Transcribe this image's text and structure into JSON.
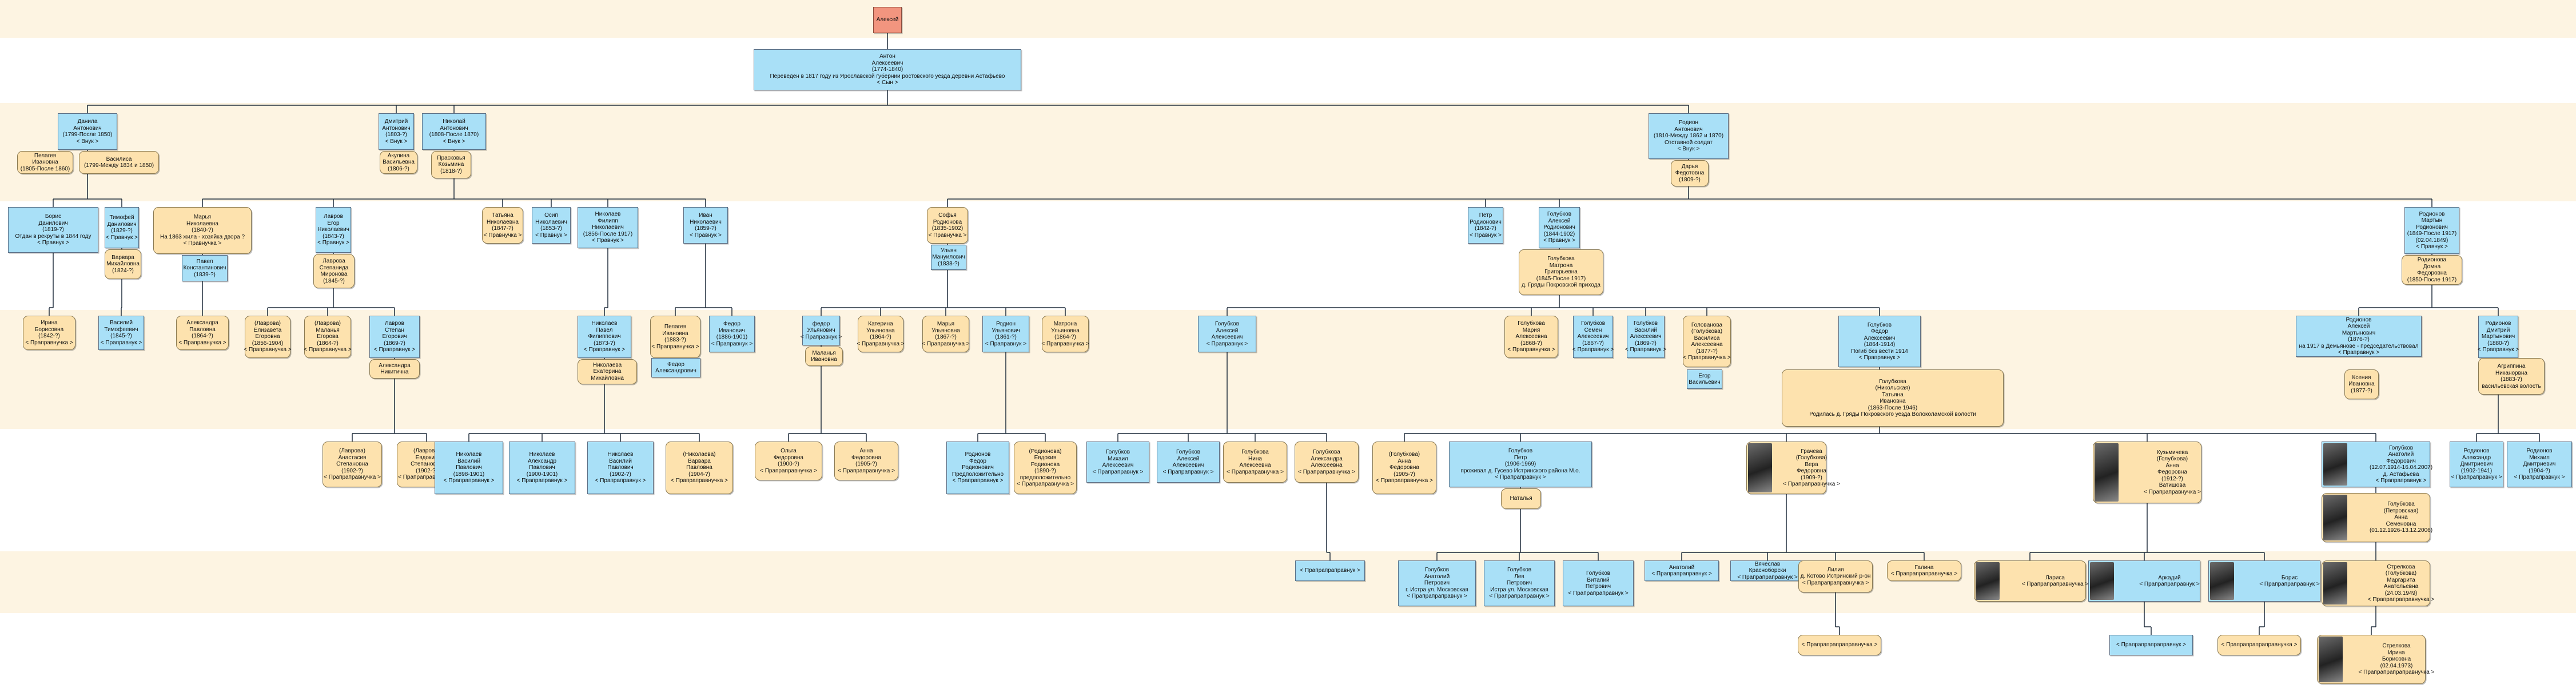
{
  "bands": 6,
  "colors": {
    "male": "#a9e0f7",
    "female": "#fde2ae",
    "root": "#f2957f",
    "line": "#1d2b3a"
  },
  "nodes": [
    {
      "id": "r",
      "t": "r",
      "lines": [
        "Алексей"
      ]
    },
    {
      "id": "a",
      "t": "m",
      "lines": [
        "Антон",
        "Алексеевич",
        "(1774-1840)",
        "Переведен в 1817 году из Ярославской губернии ростовского уезда деревни Астафьево",
        "< Сын >"
      ]
    },
    {
      "id": "b1",
      "t": "m",
      "lines": [
        "Данила",
        "Антонович",
        "(1799-После 1850)",
        "< Внук >"
      ]
    },
    {
      "id": "b1w",
      "t": "f",
      "lines": [
        "Пелагея",
        "Ивановна",
        "(1805-После 1860)"
      ]
    },
    {
      "id": "b1w2",
      "t": "f",
      "lines": [
        "Василиса",
        "(1799-Между 1834 и 1850)"
      ]
    },
    {
      "id": "b2",
      "t": "m",
      "lines": [
        "Дмитрий",
        "Антонович",
        "(1803-?)",
        "< Внук >"
      ]
    },
    {
      "id": "b2w",
      "t": "f",
      "lines": [
        "Акулина",
        "Васильевна",
        "(1806-?)"
      ]
    },
    {
      "id": "b3",
      "t": "m",
      "lines": [
        "Николай",
        "Антонович",
        "(1808-После 1870)",
        "< Внук >"
      ]
    },
    {
      "id": "b3w",
      "t": "f",
      "lines": [
        "Прасковья",
        "Козьмина",
        "(1818-?)"
      ]
    },
    {
      "id": "b4",
      "t": "m",
      "lines": [
        "Родион",
        "Антонович",
        "(1810-Между 1862 и 1870)",
        "Отставной солдат",
        "< Внук >"
      ]
    },
    {
      "id": "b4w",
      "t": "f",
      "lines": [
        "Дарья",
        "Федотовна",
        "(1809-?)"
      ]
    },
    {
      "id": "c1",
      "t": "m",
      "lines": [
        "Борис",
        "Данилович",
        "(1819-?)",
        "Отдан в рекруты в 1844 году",
        "< Правнук >"
      ]
    },
    {
      "id": "c2",
      "t": "m",
      "lines": [
        "Тимофей",
        "Данилович",
        "(1829-?)",
        "< Правнук >"
      ]
    },
    {
      "id": "c2w",
      "t": "f",
      "lines": [
        "Варвара",
        "Михайловна",
        "(1824-?)"
      ]
    },
    {
      "id": "c3",
      "t": "f",
      "lines": [
        "Марья",
        "Николаевна",
        "(1840-?)",
        "На 1863 жила - хозяйка двора ?",
        "< Правнучка >"
      ]
    },
    {
      "id": "c3h",
      "t": "m",
      "lines": [
        "Павел",
        "Константинович",
        "(1839-?)"
      ]
    },
    {
      "id": "c4",
      "t": "m",
      "lines": [
        "Лавров",
        "Егор",
        "Николаевич",
        "(1843-?)",
        "< Правнук >"
      ]
    },
    {
      "id": "c4w",
      "t": "f",
      "lines": [
        "Лаврова",
        "Степанида",
        "Миронова",
        "(1845-?)"
      ]
    },
    {
      "id": "c5",
      "t": "f",
      "lines": [
        "Татьяна",
        "Николаевна",
        "(1847-?)",
        "< Правнучка >"
      ]
    },
    {
      "id": "c6",
      "t": "m",
      "lines": [
        "Осип",
        "Николаевич",
        "(1853-?)",
        "< Правнук >"
      ]
    },
    {
      "id": "c7",
      "t": "m",
      "lines": [
        "Николаев",
        "Филипп",
        "Николаевич",
        "(1856-После 1917)",
        "< Правнук >"
      ]
    },
    {
      "id": "c8",
      "t": "m",
      "lines": [
        "Иван",
        "Николаевич",
        "(1859-?)",
        "< Правнук >"
      ]
    },
    {
      "id": "c9",
      "t": "f",
      "lines": [
        "Софья",
        "Родионова",
        "(1835-1902)",
        "< Правнучка >"
      ]
    },
    {
      "id": "c9h",
      "t": "m",
      "lines": [
        "Ульян",
        "Мануилович",
        "(1838-?)"
      ]
    },
    {
      "id": "c10",
      "t": "m",
      "lines": [
        "Петр",
        "Родионович",
        "(1842-?)",
        "< Правнук >"
      ]
    },
    {
      "id": "c11",
      "t": "m",
      "lines": [
        "Голубков",
        "Алексей",
        "Родионович",
        "(1844-1902)",
        "< Правнук >"
      ]
    },
    {
      "id": "c11w",
      "t": "f",
      "lines": [
        "Голубкова",
        "Матрона",
        "Григорьевна",
        "(1845-После 1917)",
        "д. Гряды Покровской прихода"
      ]
    },
    {
      "id": "c12",
      "t": "m",
      "lines": [
        "Родионов",
        "Мартын",
        "Родионович",
        "(1849-После 1917)",
        "(02.04.1849)",
        "< Правнук >"
      ]
    },
    {
      "id": "c12w",
      "t": "f",
      "lines": [
        "Родионова",
        "Домна",
        "Федоровна",
        "(1850-После 1917)"
      ]
    },
    {
      "id": "d1",
      "t": "f",
      "lines": [
        "Ирина",
        "Борисовна",
        "(1842-?)",
        "< Праправнучка >"
      ]
    },
    {
      "id": "d2",
      "t": "m",
      "lines": [
        "Василий",
        "Тимофеевич",
        "(1845-?)",
        "< Праправнук >"
      ]
    },
    {
      "id": "d3",
      "t": "f",
      "lines": [
        "Александра",
        "Павловна",
        "(1864-?)",
        "< Праправнучка >"
      ]
    },
    {
      "id": "d4",
      "t": "f",
      "lines": [
        "(Лаврова)",
        "Елизавета",
        "Егоровна",
        "(1856-1904)",
        "< Праправнучка >"
      ]
    },
    {
      "id": "d5",
      "t": "f",
      "lines": [
        "(Лаврова)",
        "Маланья",
        "Егорова",
        "(1864-?)",
        "< Праправнучка >"
      ]
    },
    {
      "id": "d6",
      "t": "m",
      "lines": [
        "Лавров",
        "Степан",
        "Егорович",
        "(1869-?)",
        "< Праправнук >"
      ]
    },
    {
      "id": "d6w",
      "t": "f",
      "lines": [
        "Александра",
        "Никитична"
      ]
    },
    {
      "id": "d7",
      "t": "m",
      "lines": [
        "Николаев",
        "Павел",
        "Филиппович",
        "(1873-?)",
        "< Праправнук >"
      ]
    },
    {
      "id": "d7w",
      "t": "f",
      "lines": [
        "Николаева",
        "Екатерина",
        "Михайловна"
      ]
    },
    {
      "id": "d8",
      "t": "f",
      "lines": [
        "Пелагея",
        "Ивановна",
        "(1883-?)",
        "< Праправнучка >"
      ]
    },
    {
      "id": "d8h",
      "t": "m",
      "lines": [
        "Федор",
        "Александрович"
      ]
    },
    {
      "id": "d9",
      "t": "m",
      "lines": [
        "Федор",
        "Иванович",
        "(1886-1901)",
        "< Праправнук >"
      ]
    },
    {
      "id": "d10",
      "t": "m",
      "lines": [
        "федор",
        "Ульянович",
        "< Праправнук >"
      ]
    },
    {
      "id": "d10w",
      "t": "f",
      "lines": [
        "Маланья",
        "Ивановна"
      ]
    },
    {
      "id": "d11",
      "t": "f",
      "lines": [
        "Катерина",
        "Ульяновна",
        "(1864-?)",
        "< Праправнучка >"
      ]
    },
    {
      "id": "d12",
      "t": "f",
      "lines": [
        "Марья",
        "Ульяновна",
        "(1867-?)",
        "< Праправнучка >"
      ]
    },
    {
      "id": "d13",
      "t": "m",
      "lines": [
        "Родион",
        "Ульянович",
        "(1861-?)",
        "< Праправнук >"
      ]
    },
    {
      "id": "d14",
      "t": "f",
      "lines": [
        "Матрона",
        "Ульяновна",
        "(1864-?)",
        "< Праправнучка >"
      ]
    },
    {
      "id": "d15",
      "t": "m",
      "lines": [
        "Голубков",
        "Алексей",
        "Алексеевич",
        "< Праправнук >"
      ]
    },
    {
      "id": "d16",
      "t": "f",
      "lines": [
        "Голубкова",
        "Мария",
        "Алексеевна",
        "(1868-?)",
        "< Праправнучка >"
      ]
    },
    {
      "id": "d17",
      "t": "m",
      "lines": [
        "Голубков",
        "Семен",
        "Алексеевич",
        "(1867-?)",
        "< Праправнук >"
      ]
    },
    {
      "id": "d18",
      "t": "m",
      "lines": [
        "Голубков",
        "Василий",
        "Алексеевич",
        "(1869-?)",
        "< Праправнук >"
      ]
    },
    {
      "id": "d19",
      "t": "f",
      "lines": [
        "Голованова",
        "(Голубкова)",
        "Василиса",
        "Алексеевна",
        "(1877-?)",
        "< Праправнучка >"
      ]
    },
    {
      "id": "d19h",
      "t": "m",
      "lines": [
        "Егор",
        "Васильевич"
      ]
    },
    {
      "id": "d20",
      "t": "m",
      "lines": [
        "Голубков",
        "Федор",
        "Алексеевич",
        "(1864-1914)",
        "Погиб без вести 1914",
        "< Праправнук >"
      ]
    },
    {
      "id": "d20w",
      "t": "f",
      "lines": [
        "Голубкова",
        "(Никольская)",
        "Татьяна",
        "Ивановна",
        "(1863-После 1946)",
        "Родилась д. Гряды Покровского уезда Волоколамской волости"
      ]
    },
    {
      "id": "d21",
      "t": "m",
      "lines": [
        "Родионов",
        "Алексей",
        "Мартынович",
        "(1876-?)",
        "на 1917 в Демьянове - председательствовал",
        "< Праправнук >"
      ]
    },
    {
      "id": "d21w",
      "t": "f",
      "lines": [
        "Ксения",
        "Ивановна",
        "(1877-?)"
      ]
    },
    {
      "id": "d22",
      "t": "m",
      "lines": [
        "Родионов",
        "Дмитрий",
        "Мартынович",
        "(1880-?)",
        "< Праправнук >"
      ]
    },
    {
      "id": "d22w",
      "t": "f",
      "lines": [
        "Агриппина",
        "Никанорвна",
        "(1883-?)",
        "васильевская волость"
      ]
    },
    {
      "id": "e1",
      "t": "f",
      "lines": [
        "(Лаврова)",
        "Анастасия",
        "Степановна",
        "(1902-?)",
        "< Прапраправнучка >"
      ]
    },
    {
      "id": "e2",
      "t": "f",
      "lines": [
        "(Лаврова)",
        "Евдокия",
        "Степановна",
        "(1902-?)",
        "< Прапраправнучка >"
      ]
    },
    {
      "id": "e3",
      "t": "m",
      "lines": [
        "Николаев",
        "Василий",
        "Павлович",
        "(1898-1901)",
        "< Прапраправнук >"
      ]
    },
    {
      "id": "e4",
      "t": "m",
      "lines": [
        "Николаев",
        "Александр",
        "Павлович",
        "(1900-1901)",
        "< Прапраправнук >"
      ]
    },
    {
      "id": "e5",
      "t": "m",
      "lines": [
        "Николаев",
        "Василий",
        "Павлович",
        "(1902-?)",
        "< Прапраправнук >"
      ]
    },
    {
      "id": "e6",
      "t": "f",
      "lines": [
        "(Николаева)",
        "Варвара",
        "Павловна",
        "(1904-?)",
        "< Прапраправнучка >"
      ]
    },
    {
      "id": "e7",
      "t": "f",
      "lines": [
        "Ольга",
        "Федоровна",
        "(1900-?)",
        "< Прапраправнучка >"
      ]
    },
    {
      "id": "e8",
      "t": "f",
      "lines": [
        "Анна",
        "Федоровна",
        "(1905-?)",
        "< Прапраправнучка >"
      ]
    },
    {
      "id": "e9",
      "t": "m",
      "lines": [
        "Родионов",
        "Федор",
        "Родионович",
        "Предположительно",
        "< Прапраправнук >"
      ]
    },
    {
      "id": "e10",
      "t": "f",
      "lines": [
        "(Родионова)",
        "Евдокия",
        "Родионова",
        "(1890-?)",
        "предположительно",
        "< Прапраправнучка >"
      ]
    },
    {
      "id": "e11",
      "t": "m",
      "lines": [
        "Голубков",
        "Михаил",
        "Алексеевич",
        "< Прапраправнук >"
      ]
    },
    {
      "id": "e12",
      "t": "m",
      "lines": [
        "Голубков",
        "Алексей",
        "Алексеевич",
        "< Прапраправнук >"
      ]
    },
    {
      "id": "e13",
      "t": "f",
      "lines": [
        "Голубкова",
        "Нина",
        "Алексеевна",
        "< Прапраправнучка >"
      ]
    },
    {
      "id": "e14",
      "t": "f",
      "lines": [
        "Голубкова",
        "Александра",
        "Алексеевна",
        "< Прапраправнучка >"
      ]
    },
    {
      "id": "e15",
      "t": "f",
      "lines": [
        "(Голубкова)",
        "Анна",
        "Федоровна",
        "(1905-?)",
        "< Прапраправнучка >"
      ]
    },
    {
      "id": "e16",
      "t": "m",
      "lines": [
        "Голубков",
        "Петр",
        "(1906-1969)",
        "проживал д. Гусево Истринского района М.о.",
        "< Прапраправнук >"
      ]
    },
    {
      "id": "e16w",
      "t": "f",
      "lines": [
        "Наталья"
      ]
    },
    {
      "id": "e17",
      "t": "f",
      "lines": [
        "Грачева",
        "(Голубкова)",
        "Вера",
        "Федоровна",
        "(1909-?)",
        "< Прапраправнучка >"
      ],
      "photo": true
    },
    {
      "id": "e18",
      "t": "f",
      "lines": [
        "Кузьмичева",
        "(Голубкова)",
        "Анна",
        "Федоровна",
        "(1912-?)",
        "Ватишова",
        "< Прапраправнучка >"
      ],
      "photo": true
    },
    {
      "id": "e19",
      "t": "m",
      "lines": [
        "Голубков",
        "Анатолий",
        "Федорович",
        "(12.07.1914-16.04.2007)",
        "д. Астафьева",
        "< Прапраправнук >"
      ],
      "photo": true
    },
    {
      "id": "e19w",
      "t": "f",
      "lines": [
        "Голубкова",
        "(Петровская)",
        "Анна",
        "Семеновна",
        "(01.12.1926-13.12.2006)"
      ],
      "photo": true
    },
    {
      "id": "e20",
      "t": "m",
      "lines": [
        "Родионов",
        "Александр",
        "Дмитриевич",
        "(1902-1941)",
        "< Прапраправнук >"
      ]
    },
    {
      "id": "e21",
      "t": "m",
      "lines": [
        "Родионов",
        "Михаил",
        "Дмитриевич",
        "(1904-?)",
        "< Прапраправнук >"
      ]
    },
    {
      "id": "f1",
      "t": "m",
      "lines": [
        "< Прапрапраправнук >"
      ]
    },
    {
      "id": "f2",
      "t": "m",
      "lines": [
        "Голубков",
        "Анатолий",
        "Петрович",
        "г. Истра ул. Московская",
        "< Прапрапраправнук >"
      ]
    },
    {
      "id": "f3",
      "t": "m",
      "lines": [
        "Голубков",
        "Лев",
        "Петрович",
        "Истра ул. Московская",
        "< Прапрапраправнук >"
      ]
    },
    {
      "id": "f4",
      "t": "m",
      "lines": [
        "Голубков",
        "Виталий",
        "Петрович",
        "< Прапрапраправнук >"
      ]
    },
    {
      "id": "f5",
      "t": "m",
      "lines": [
        "Анатолий",
        "< Прапрапраправнук >"
      ]
    },
    {
      "id": "f6",
      "t": "m",
      "lines": [
        "Вячеслав",
        "Красноборски",
        "< Прапрапраправнук >"
      ]
    },
    {
      "id": "f7",
      "t": "f",
      "lines": [
        "Лилия",
        "д. Котово Истринский р-он",
        "< Прапрапраправнучка >"
      ]
    },
    {
      "id": "f8",
      "t": "f",
      "lines": [
        "Галина",
        "< Прапрапраправнучка >"
      ]
    },
    {
      "id": "f9",
      "t": "f",
      "lines": [
        "Лариса",
        "< Прапрапраправнучка >"
      ],
      "photo": true
    },
    {
      "id": "f10",
      "t": "m",
      "lines": [
        "Аркадий",
        "< Прапрапраправнук >"
      ],
      "photo": true
    },
    {
      "id": "f11",
      "t": "m",
      "lines": [
        "Борис",
        "< Прапрапраправнук >"
      ],
      "photo": true
    },
    {
      "id": "f12",
      "t": "f",
      "lines": [
        "Стрелкова",
        "(Голубкова)",
        "Маргарита",
        "Анатольевна",
        "(24.03.1949)",
        "< Прапрапраправнучка >"
      ],
      "photo": true
    },
    {
      "id": "g1",
      "t": "f",
      "lines": [
        "< Прапрапрапраправнучка >"
      ]
    },
    {
      "id": "g2",
      "t": "m",
      "lines": [
        "< Прапрапрапраправнук >"
      ]
    },
    {
      "id": "g3",
      "t": "f",
      "lines": [
        "< Прапрапрапраправнучка >"
      ]
    },
    {
      "id": "g4",
      "t": "f",
      "lines": [
        "Стрелкова",
        "Ирина",
        "Борисовна",
        "(02.04.1973)",
        "< Прапрапрапраправнучка >"
      ],
      "photo": true
    }
  ]
}
